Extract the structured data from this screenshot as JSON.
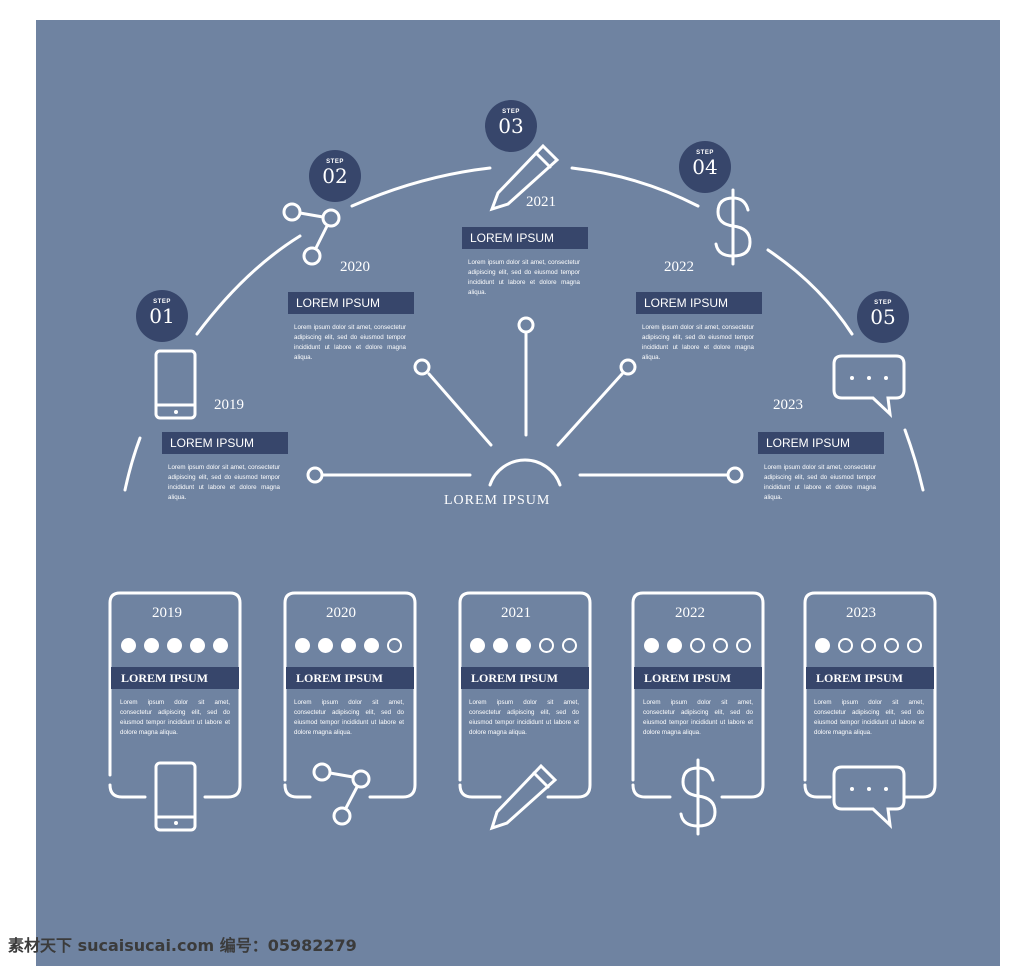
{
  "steps": [
    {
      "step_label": "STEP",
      "number": "01",
      "year": "2019",
      "title": "LOREM IPSUM",
      "text": "Lorem ipsum dolor sit amet, consectetur adipiscing elit, sed do eiusmod tempor incididunt ut labore et dolore magna aliqua.",
      "icon": "phone-icon",
      "filled": 5
    },
    {
      "step_label": "STEP",
      "number": "02",
      "year": "2020",
      "title": "LOREM IPSUM",
      "text": "Lorem ipsum dolor sit amet, consectetur adipiscing elit, sed do eiusmod tempor incididunt ut labore et dolore magna aliqua.",
      "icon": "share-icon",
      "filled": 4
    },
    {
      "step_label": "STEP",
      "number": "03",
      "year": "2021",
      "title": "LOREM IPSUM",
      "text": "Lorem ipsum dolor sit amet, consectetur adipiscing elit, sed do eiusmod tempor incididunt ut labore et dolore magna aliqua.",
      "icon": "pencil-icon",
      "filled": 3
    },
    {
      "step_label": "STEP",
      "number": "04",
      "year": "2022",
      "title": "LOREM IPSUM",
      "text": "Lorem ipsum dolor sit amet, consectetur adipiscing elit, sed do eiusmod tempor incididunt ut labore et dolore magna aliqua.",
      "icon": "dollar-icon",
      "filled": 2
    },
    {
      "step_label": "STEP",
      "number": "05",
      "year": "2023",
      "title": "LOREM IPSUM",
      "text": "Lorem ipsum dolor sit amet, consectetur adipiscing elit, sed do eiusmod tempor incididunt ut labore et dolore magna aliqua.",
      "icon": "chat-bubble-icon",
      "filled": 1
    }
  ],
  "center_label": "LOREM IPSUM",
  "watermark": "素材天下 sucaisucai.com  编号：05982279",
  "colors": {
    "background": "#6f83a1",
    "accent": "#37466b",
    "line": "#ffffff"
  }
}
